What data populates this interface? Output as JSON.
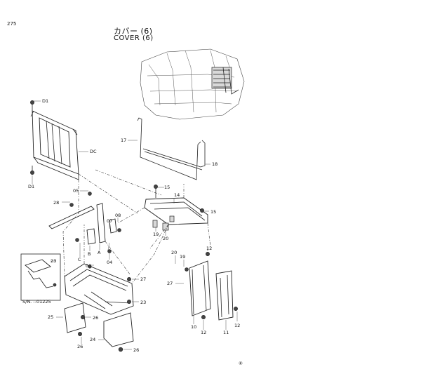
{
  "page_number": "275",
  "title_jp": "カバー (6)",
  "title_en": "COVER (6)",
  "inset_serial": "S/N. --01225",
  "footer_mark": "⑥",
  "callouts": {
    "c_d1_top": "D1",
    "c_d1_bot": "D1",
    "c_dc": "DC",
    "c_17": "17",
    "c_18": "18",
    "c_15a": "15",
    "c_14": "14",
    "c_15b": "15",
    "c_05": "05",
    "c_28": "28",
    "c_08": "08",
    "c_07": "07",
    "c_a": "A",
    "c_b": "B",
    "c_c": "C",
    "c_04": "04",
    "c_03": "03",
    "c_19a": "19",
    "c_20a": "20",
    "c_20b": "20",
    "c_19b": "19",
    "c_12a": "12",
    "c_27a": "27",
    "c_27b": "27",
    "c_23a": "23",
    "c_23b": "23",
    "c_25": "25",
    "c_26a": "26",
    "c_26b": "26",
    "c_26c": "26",
    "c_24": "24",
    "c_10": "10",
    "c_12b": "12",
    "c_11": "11",
    "c_12c": "12"
  }
}
